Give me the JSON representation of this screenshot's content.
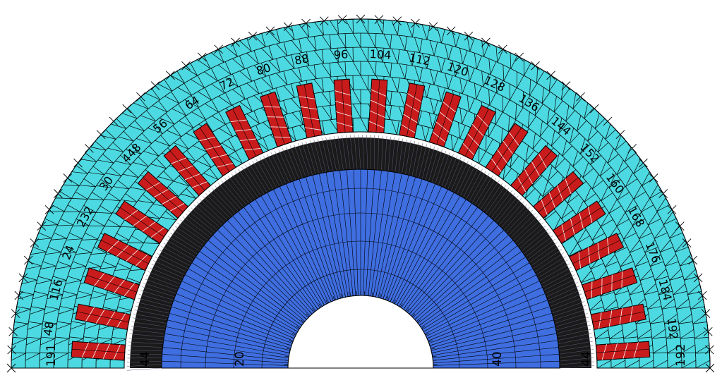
{
  "colors": {
    "background": "#ffffff",
    "stator": "#4dd9e1",
    "rotor": "#3f6ee0",
    "slot": "#c81c1c",
    "slot_highlight": "#ffffff",
    "airgap": "#000000",
    "mesh": "#000000"
  },
  "mesh": {
    "stator_slot_count": 24,
    "outer_node_labels": [
      "48",
      "116",
      "24",
      "232",
      "30",
      "448",
      "56",
      "64",
      "72",
      "80",
      "88",
      "96",
      "104",
      "112",
      "120",
      "128",
      "136",
      "144",
      "152",
      "160",
      "168",
      "176",
      "184",
      "192"
    ],
    "base_labels": [
      {
        "text": "191",
        "side": "left-outer"
      },
      {
        "text": "44",
        "side": "left-gap"
      },
      {
        "text": "20",
        "side": "left-shaft"
      },
      {
        "text": "40",
        "side": "right-shaft"
      },
      {
        "text": "44",
        "side": "right-gap"
      },
      {
        "text": "192",
        "side": "right-outer"
      }
    ]
  }
}
